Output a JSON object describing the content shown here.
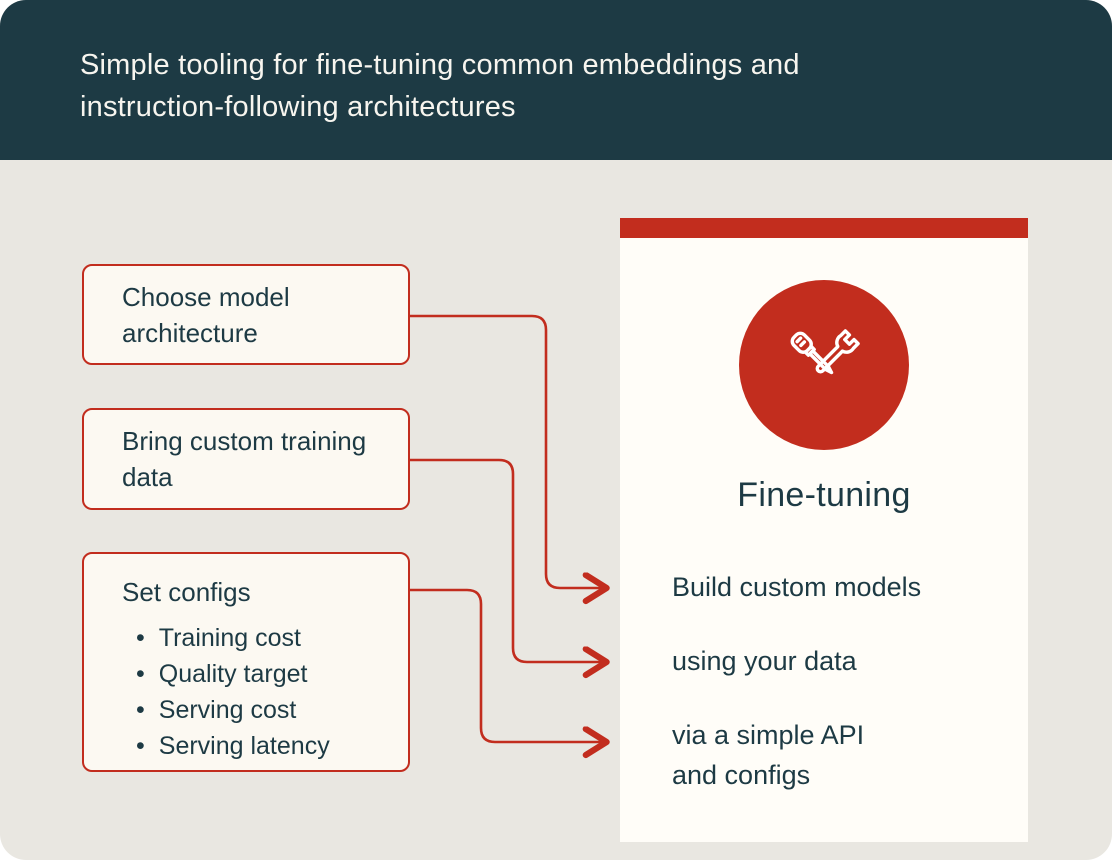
{
  "header": {
    "title": "Simple tooling for fine-tuning common embeddings and instruction-following architectures"
  },
  "steps": [
    {
      "label": "Choose model architecture"
    },
    {
      "label": "Bring custom training data"
    },
    {
      "label": "Set configs",
      "bullets": [
        "Training cost",
        "Quality target",
        "Serving cost",
        "Serving latency"
      ]
    }
  ],
  "card": {
    "title": "Fine-tuning",
    "icon": "crossed-screwdriver-and-wrench-icon",
    "lines": [
      "Build custom models",
      "using your data",
      "via a simple API\nand configs"
    ]
  },
  "colors": {
    "accent_red": "#c22d1e",
    "header_bg": "#1d3a44",
    "body_bg": "#e9e7e1",
    "box_bg": "#fcf9f2",
    "card_bg": "#fffdf8",
    "text": "#1d3a44",
    "header_text": "#f7f5ef",
    "icon_stroke": "#ffffff"
  }
}
